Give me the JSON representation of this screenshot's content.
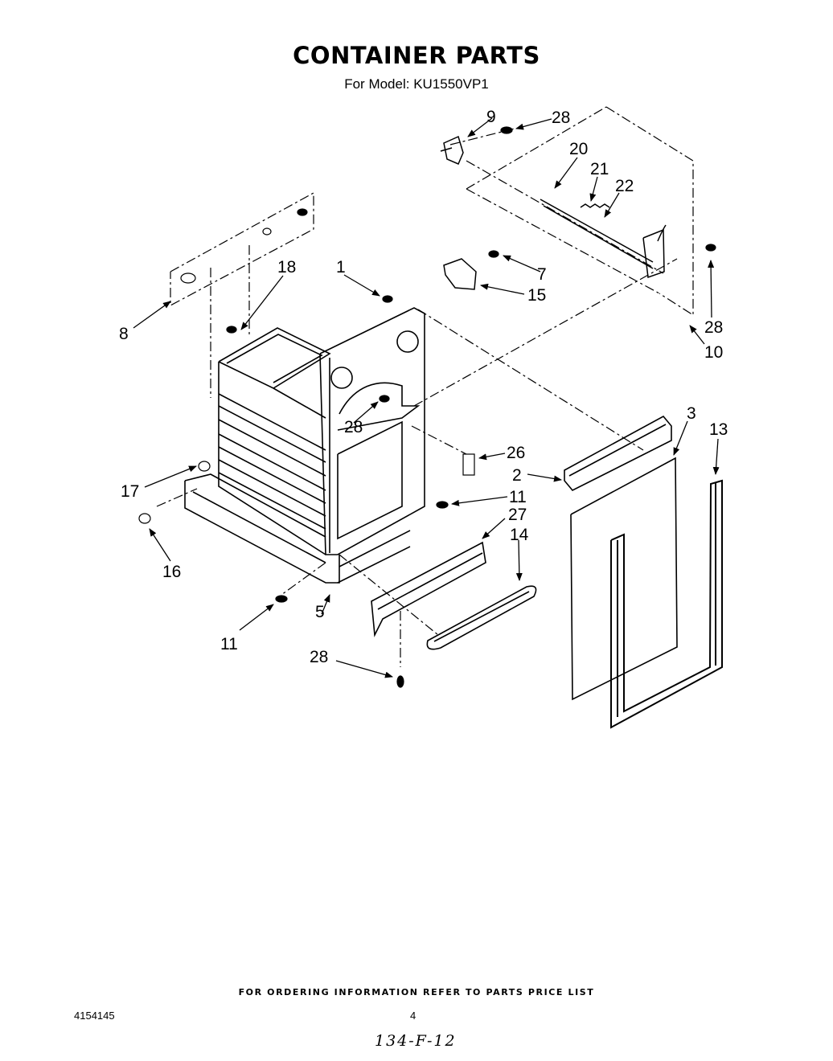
{
  "header": {
    "title": "CONTAINER PARTS",
    "subtitle": "For Model: KU1550VP1"
  },
  "callouts": [
    {
      "id": "c9",
      "label": "9"
    },
    {
      "id": "c28a",
      "label": "28"
    },
    {
      "id": "c20",
      "label": "20"
    },
    {
      "id": "c21",
      "label": "21"
    },
    {
      "id": "c22",
      "label": "22"
    },
    {
      "id": "c18",
      "label": "18"
    },
    {
      "id": "c1",
      "label": "1"
    },
    {
      "id": "c7",
      "label": "7"
    },
    {
      "id": "c15",
      "label": "15"
    },
    {
      "id": "c8",
      "label": "8"
    },
    {
      "id": "c28b",
      "label": "28"
    },
    {
      "id": "c10",
      "label": "10"
    },
    {
      "id": "c3",
      "label": "3"
    },
    {
      "id": "c13",
      "label": "13"
    },
    {
      "id": "c28c",
      "label": "28"
    },
    {
      "id": "c26",
      "label": "26"
    },
    {
      "id": "c2",
      "label": "2"
    },
    {
      "id": "c17",
      "label": "17"
    },
    {
      "id": "c11a",
      "label": "11"
    },
    {
      "id": "c27",
      "label": "27"
    },
    {
      "id": "c14",
      "label": "14"
    },
    {
      "id": "c16",
      "label": "16"
    },
    {
      "id": "c11b",
      "label": "11"
    },
    {
      "id": "c5",
      "label": "5"
    },
    {
      "id": "c28d",
      "label": "28"
    }
  ],
  "footer": {
    "note": "FOR ORDERING INFORMATION REFER TO PARTS PRICE LIST",
    "doc_number": "4154145",
    "page_number": "4",
    "handwritten_code": "134-F-12"
  }
}
